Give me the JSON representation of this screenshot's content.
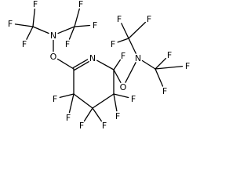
{
  "molecule": {
    "atoms": [
      {
        "id": "F1",
        "element": "F"
      },
      {
        "id": "F2",
        "element": "F"
      },
      {
        "id": "F3",
        "element": "F"
      },
      {
        "id": "F4",
        "element": "F"
      },
      {
        "id": "F5",
        "element": "F"
      },
      {
        "id": "F6",
        "element": "F"
      },
      {
        "id": "Na",
        "element": "N"
      },
      {
        "id": "Oa",
        "element": "O"
      },
      {
        "id": "Nr",
        "element": "N"
      },
      {
        "id": "F7",
        "element": "F"
      },
      {
        "id": "Ob",
        "element": "O"
      },
      {
        "id": "Nb",
        "element": "N"
      },
      {
        "id": "F8",
        "element": "F"
      },
      {
        "id": "F9",
        "element": "F"
      },
      {
        "id": "F10",
        "element": "F"
      },
      {
        "id": "F11",
        "element": "F"
      },
      {
        "id": "F12",
        "element": "F"
      },
      {
        "id": "F13",
        "element": "F"
      },
      {
        "id": "F14",
        "element": "F"
      },
      {
        "id": "F15",
        "element": "F"
      },
      {
        "id": "F16",
        "element": "F"
      },
      {
        "id": "F17",
        "element": "F"
      },
      {
        "id": "F18",
        "element": "F"
      },
      {
        "id": "F19",
        "element": "F"
      },
      {
        "id": "F20",
        "element": "F"
      },
      {
        "id": "F21",
        "element": "F"
      },
      {
        "id": "F22",
        "element": "F"
      },
      {
        "id": "F23",
        "element": "F"
      },
      {
        "id": "F24",
        "element": "F"
      },
      {
        "id": "F25",
        "element": "F"
      }
    ],
    "bonds": [
      {
        "from": "C1",
        "to": "F1",
        "order": 1
      },
      {
        "from": "C1",
        "to": "F2",
        "order": 1
      },
      {
        "from": "C1",
        "to": "F3",
        "order": 1
      },
      {
        "from": "C1",
        "to": "Na",
        "order": 1
      },
      {
        "from": "C2",
        "to": "F4",
        "order": 1
      },
      {
        "from": "C2",
        "to": "F5",
        "order": 1
      },
      {
        "from": "C2",
        "to": "F6",
        "order": 1
      },
      {
        "from": "C2",
        "to": "Na",
        "order": 1
      },
      {
        "from": "Na",
        "to": "Oa",
        "order": 1
      },
      {
        "from": "Oa",
        "to": "R1",
        "order": 1
      },
      {
        "from": "R1",
        "to": "Nr",
        "order": 2
      },
      {
        "from": "Nr",
        "to": "R2",
        "order": 1
      },
      {
        "from": "R2",
        "to": "F7",
        "order": 1
      },
      {
        "from": "R2",
        "to": "Ob",
        "order": 1
      },
      {
        "from": "Ob",
        "to": "Nb",
        "order": 1
      },
      {
        "from": "Nb",
        "to": "C3",
        "order": 1
      },
      {
        "from": "Nb",
        "to": "C4",
        "order": 1
      },
      {
        "from": "C3",
        "to": "F8",
        "order": 1
      },
      {
        "from": "C3",
        "to": "F9",
        "order": 1
      },
      {
        "from": "C3",
        "to": "F10",
        "order": 1
      },
      {
        "from": "C4",
        "to": "F11",
        "order": 1
      },
      {
        "from": "C4",
        "to": "F12",
        "order": 1
      },
      {
        "from": "C4",
        "to": "F13",
        "order": 1
      },
      {
        "from": "R2",
        "to": "R3",
        "order": 1
      },
      {
        "from": "R3",
        "to": "F14",
        "order": 1
      },
      {
        "from": "R3",
        "to": "F15",
        "order": 1
      },
      {
        "from": "R3",
        "to": "R4",
        "order": 1
      },
      {
        "from": "R4",
        "to": "F16",
        "order": 1
      },
      {
        "from": "R4",
        "to": "F17",
        "order": 1
      },
      {
        "from": "R4",
        "to": "R5",
        "order": 1
      },
      {
        "from": "R5",
        "to": "F18",
        "order": 1
      },
      {
        "from": "R5",
        "to": "F19",
        "order": 1
      },
      {
        "from": "R5",
        "to": "R1",
        "order": 1
      }
    ]
  }
}
